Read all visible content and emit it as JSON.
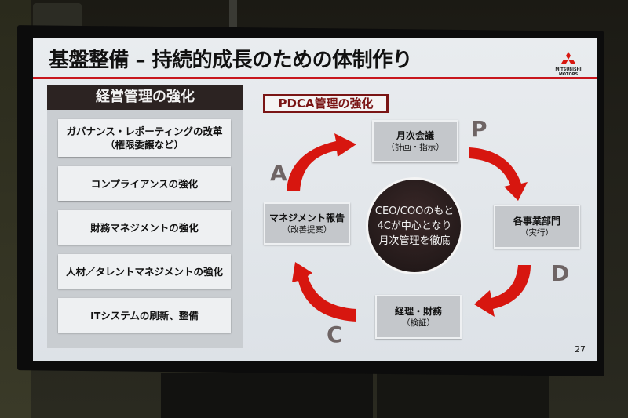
{
  "slide": {
    "title": "基盤整備 – 持続的成長のための体制作り",
    "page_number": "27",
    "accent_color": "#c8161d",
    "logo": {
      "line1": "MITSUBISHI",
      "line2": "MOTORS"
    }
  },
  "left_panel": {
    "heading": "経営管理の強化",
    "items": [
      {
        "line1": "ガバナンス・レポーティングの改革",
        "line2": "（権限委譲など）"
      },
      {
        "line1": "コンプライアンスの強化",
        "line2": ""
      },
      {
        "line1": "財務マネジメントの強化",
        "line2": ""
      },
      {
        "line1": "人材／タレントマネジメントの強化",
        "line2": ""
      },
      {
        "line1": "ITシステムの刷新、整備",
        "line2": ""
      }
    ]
  },
  "pdca": {
    "label": "PDCA管理の強化",
    "center_text": [
      "CEO/COOのもと",
      "4Cが中心となり",
      "月次管理を徹底"
    ],
    "nodes": {
      "plan": {
        "main": "月次会議",
        "sub": "（計画・指示）"
      },
      "do": {
        "main": "各事業部門",
        "sub": "（実行）"
      },
      "check": {
        "main": "経理・財務",
        "sub": "（検証）"
      },
      "act": {
        "main": "マネジメント報告",
        "sub": "（改善提案）"
      }
    },
    "letters": {
      "p": "P",
      "d": "D",
      "c": "C",
      "a": "A"
    },
    "arrow_color": "#d7160f"
  }
}
